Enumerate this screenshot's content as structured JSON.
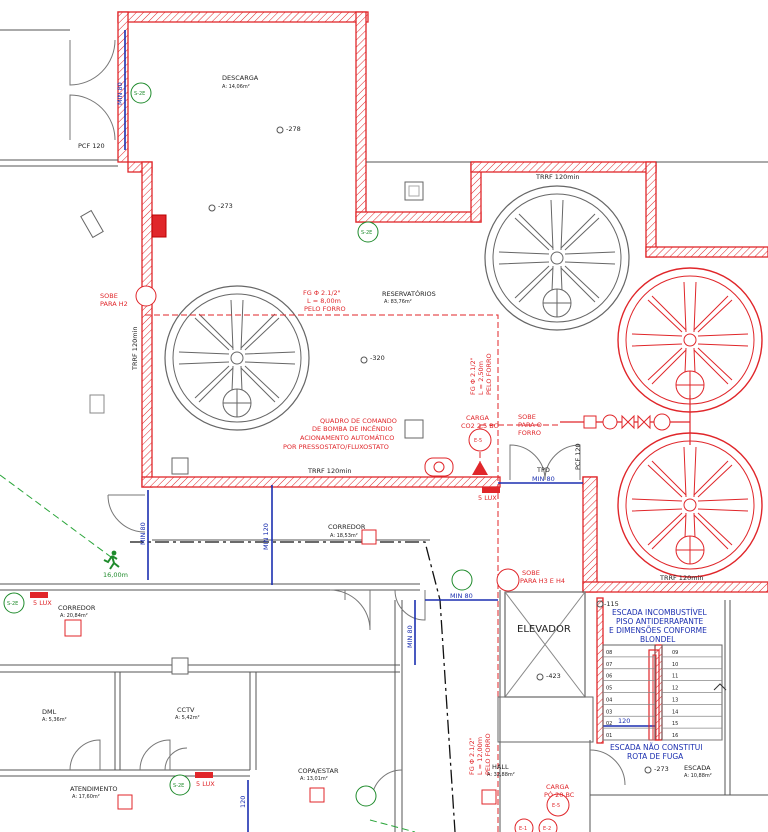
{
  "rooms": {
    "descarga": {
      "name": "DESCARGA",
      "area": "A: 14,06m²"
    },
    "reservatorios": {
      "name": "RESERVATÓRIOS",
      "area": "A: 83,76m²"
    },
    "corredor_upper": {
      "name": "CORREDOR",
      "area": "A: 18,53m²"
    },
    "corredor_lower": {
      "name": "CORREDOR",
      "area": "A: 20,84m²"
    },
    "dml": {
      "name": "DML",
      "area": "A: 5,36m²"
    },
    "cctv": {
      "name": "CCTV",
      "area": "A: 5,42m²"
    },
    "atendimento": {
      "name": "ATENDIMENTO",
      "area": "A: 17,60m²"
    },
    "copa": {
      "name": "COPA/ESTAR",
      "area": "A: 13,01m²"
    },
    "hall": {
      "name": "HALL",
      "area": "A: 32,88m²"
    },
    "escada": {
      "name": "ESCADA",
      "area": "A: 10,88m²"
    },
    "elevador": {
      "name": "ELEVADOR"
    }
  },
  "levels": {
    "l278": "-278",
    "l273a": "-273",
    "l320": "-320",
    "l423": "-423",
    "l115": "-115",
    "l273b": "-273"
  },
  "walls": {
    "trrf_top": "TRRF 120min",
    "trrf_left": "TRRF 120min",
    "trrf_mid": "TRRF 120min",
    "trrf_right": "TRRF 120min"
  },
  "doors": {
    "pcf_top": "PCF 120",
    "pcf_right": "PCF 120",
    "tpd": "TPD",
    "min80_a": "MIN 80",
    "min80_b": "MIN 80",
    "min80_c": "MIN 80",
    "min80_d": "MIN 80",
    "min80_e": "MIN 80"
  },
  "dimensions": {
    "d120_a": "MIN 120",
    "d120_b": "120",
    "d120_c": "120"
  },
  "pipes": {
    "fg1_l1": "FG Φ 2.1/2\"",
    "fg1_l2": "L = 8,00m",
    "fg1_l3": "PELO FORRO",
    "fg2_l1": "FG Φ 2.1/2\"",
    "fg2_l2": "L = 2,50m",
    "fg2_l3": "PELO FORRO",
    "fg3_l1": "FG Φ 2.1/2\"",
    "fg3_l2": "L = 12,00m",
    "fg3_l3": "PELO FORRO"
  },
  "notes": {
    "sobe_h2_l1": "SOBE",
    "sobe_h2_l2": "PARA H2",
    "sobe_forro_l1": "SOBE",
    "sobe_forro_l2": "PARA O",
    "sobe_forro_l3": "FORRO",
    "sobe_h3_l1": "SOBE",
    "sobe_h3_l2": "PARA H3 E H4",
    "quadro_l1": "QUADRO DE COMANDO",
    "quadro_l2": "DE BOMBA DE INCÊNDIO",
    "quadro_l3": "ACIONAMENTO AUTOMÁTICO",
    "quadro_l4": "POR PRESSOSTATO/FLUXOSTATO",
    "carga1_l1": "CARGA",
    "carga1_l2": "CO2 2,5 BC",
    "carga2_l1": "CARGA",
    "carga2_l2": "PÓ 20 BC",
    "escada_inc_l1": "ESCADA INCOMBUSTÍVEL",
    "escada_inc_l2": "PISO ANTIDERRAPANTE",
    "escada_inc_l3": "E DIMENSÕES CONFORME",
    "escada_inc_l4": "BLONDEL",
    "escada_nao_l1": "ESCADA NÃO CONSTITUI",
    "escada_nao_l2": "ROTA DE FUGA",
    "lux_a": "5 LUX",
    "lux_b": "5 LUX",
    "lux_c": "5 LUX",
    "rota_dist": "16,00m"
  },
  "symbols": {
    "s2e_a": "S-2E",
    "s2e_b": "S-2E",
    "s2e_c": "S-2E",
    "s2e_d": "S-2E",
    "e5_a": "E-5",
    "e5_b": "E-5",
    "e1": "E-1",
    "e2": "E-2"
  },
  "stairs": {
    "left": [
      "08",
      "07",
      "06",
      "05",
      "04",
      "03",
      "02",
      "01"
    ],
    "right": [
      "09",
      "10",
      "11",
      "12",
      "13",
      "14",
      "15",
      "16"
    ]
  }
}
